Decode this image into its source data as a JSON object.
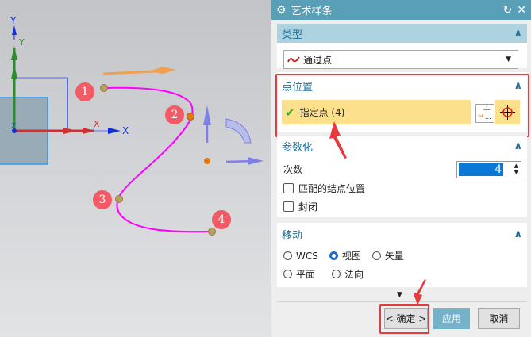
{
  "viewport": {
    "axes": {
      "wcs_y_label": "Y",
      "wcs_x_label": "X",
      "abs_y_label": "Y",
      "abs_x_label": "X",
      "z_label": "Z"
    },
    "point_badges": [
      "1",
      "2",
      "3",
      "4"
    ],
    "colors": {
      "curve": "#ff00ff",
      "badge": "#f25a66",
      "handle": "#7f7fe6",
      "x_axis": "#d03030",
      "y_axis": "#2e8b2e"
    }
  },
  "dialog": {
    "title": "艺术样条",
    "reset_icon": "reset-icon",
    "close_icon": "close-icon",
    "sections": {
      "type": {
        "header": "类型",
        "dropdown_value": "通过点"
      },
      "point_position": {
        "header": "点位置",
        "specify_point_label": "指定点 (4)"
      },
      "parameterization": {
        "header": "参数化",
        "degree_label": "次数",
        "degree_value": "4",
        "match_knots_label": "匹配的结点位置",
        "closed_label": "封闭"
      },
      "move": {
        "header": "移动",
        "options": [
          "WCS",
          "视图",
          "矢量",
          "平面",
          "法向"
        ],
        "selected": "视图"
      }
    },
    "buttons": {
      "ok": "< 确定 >",
      "apply": "应用",
      "cancel": "取消"
    },
    "colors": {
      "titlebar": "#5a9fb8",
      "highlight": "#fde08b",
      "annotation_red": "#e8393c"
    }
  }
}
